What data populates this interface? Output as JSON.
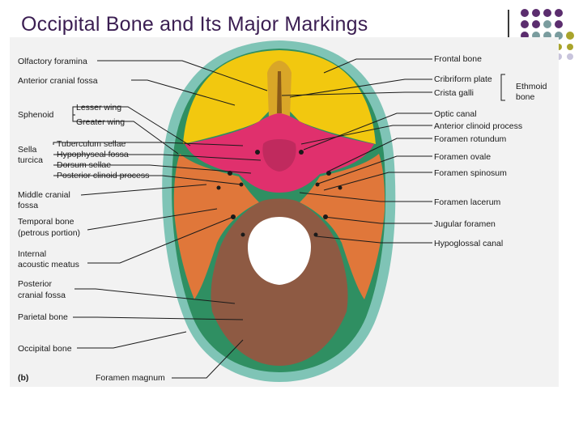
{
  "slide": {
    "title": "Occipital Bone and Its Major Markings"
  },
  "colors": {
    "title": "#3b1e52",
    "dot_purple": "#5b2d6e",
    "dot_gray": "#7a9c9e",
    "dot_olive": "#a9a42c",
    "dot_lavender": "#c8c4dc"
  },
  "left_labels": {
    "olfactory_foramina": "Olfactory foramina",
    "anterior_cranial_fossa": "Anterior cranial fossa",
    "sphenoid": "Sphenoid",
    "lesser_wing": "Lesser wing",
    "greater_wing": "Greater wing",
    "sella_1": "Sella",
    "sella_2": "turcica",
    "tuberculum_sellae": "Tuberculum sellae",
    "hypophyseal_fossa": "Hypophyseal fossa",
    "dorsum_sellae": "Dorsum sellae",
    "posterior_clinoid": "Posterior clinoid process",
    "middle_fossa_1": "Middle cranial",
    "middle_fossa_2": "fossa",
    "temporal_1": "Temporal bone",
    "temporal_2": "(petrous portion)",
    "internal_1": "Internal",
    "internal_2": "acoustic meatus",
    "posterior_fossa_1": "Posterior",
    "posterior_fossa_2": "cranial fossa",
    "parietal_bone": "Parietal bone",
    "occipital_bone": "Occipital bone",
    "panel_letter": "(b)",
    "foramen_magnum": "Foramen magnum"
  },
  "right_labels": {
    "frontal_bone": "Frontal bone",
    "cribriform_plate": "Cribriform plate",
    "crista_galli": "Crista galli",
    "ethmoid_1": "Ethmoid",
    "ethmoid_2": "bone",
    "optic_canal": "Optic canal",
    "anterior_clinoid": "Anterior clinoid process",
    "foramen_rotundum": "Foramen rotundum",
    "foramen_ovale": "Foramen ovale",
    "foramen_spinosum": "Foramen spinosum",
    "foramen_lacerum": "Foramen lacerum",
    "jugular_foramen": "Jugular foramen",
    "hypoglossal_canal": "Hypoglossal canal"
  }
}
